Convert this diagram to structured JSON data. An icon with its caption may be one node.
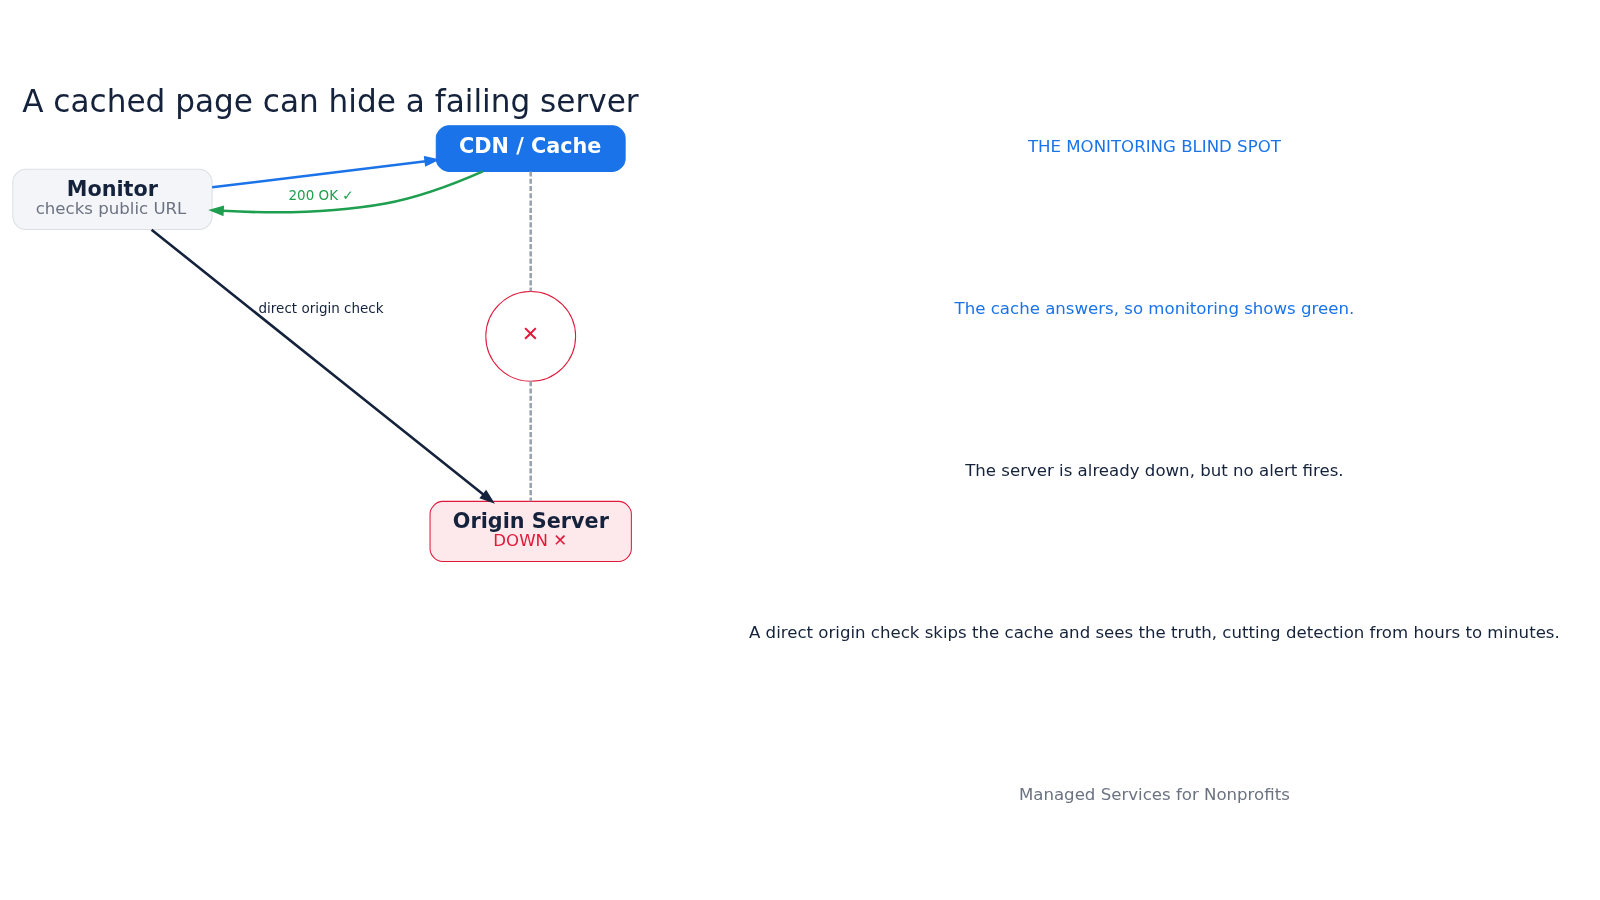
{
  "diagram": {
    "title": "A cached page can hide a failing server",
    "nodes": [
      {
        "text": [
          "Monitor",
          "checks public URL"
        ]
      },
      {
        "text": [
          "CDN / Cache"
        ]
      },
      {
        "text": [
          "Origin Server",
          "DOWN ✕"
        ]
      },
      {
        "text": [
          "✕"
        ]
      }
    ],
    "edges": [
      {
        "from": 0,
        "to": 1,
        "arrow": "to",
        "color": "#1a73e8"
      },
      {
        "from": 1,
        "to": 0,
        "arrow": "to",
        "label": "200 OK ✓",
        "color": "#1e9e4f"
      },
      {
        "from": 0,
        "to": 2,
        "arrow": "to",
        "label": "direct origin check",
        "color": "#15223b"
      },
      {
        "from": 1,
        "to": 3,
        "arrow": "none",
        "style": "dashed",
        "color": "#9aa3ae"
      },
      {
        "from": 3,
        "to": 2,
        "arrow": "none",
        "style": "dashed",
        "color": "#9aa3ae"
      }
    ],
    "labels": [
      "THE MONITORING BLIND SPOT",
      "The cache answers, so monitoring shows green.",
      "The server is already down, but no alert fires.",
      "A direct origin check skips the cache and sees the truth, cutting detection from hours to minutes.",
      "Managed Services for Nonprofits"
    ]
  }
}
